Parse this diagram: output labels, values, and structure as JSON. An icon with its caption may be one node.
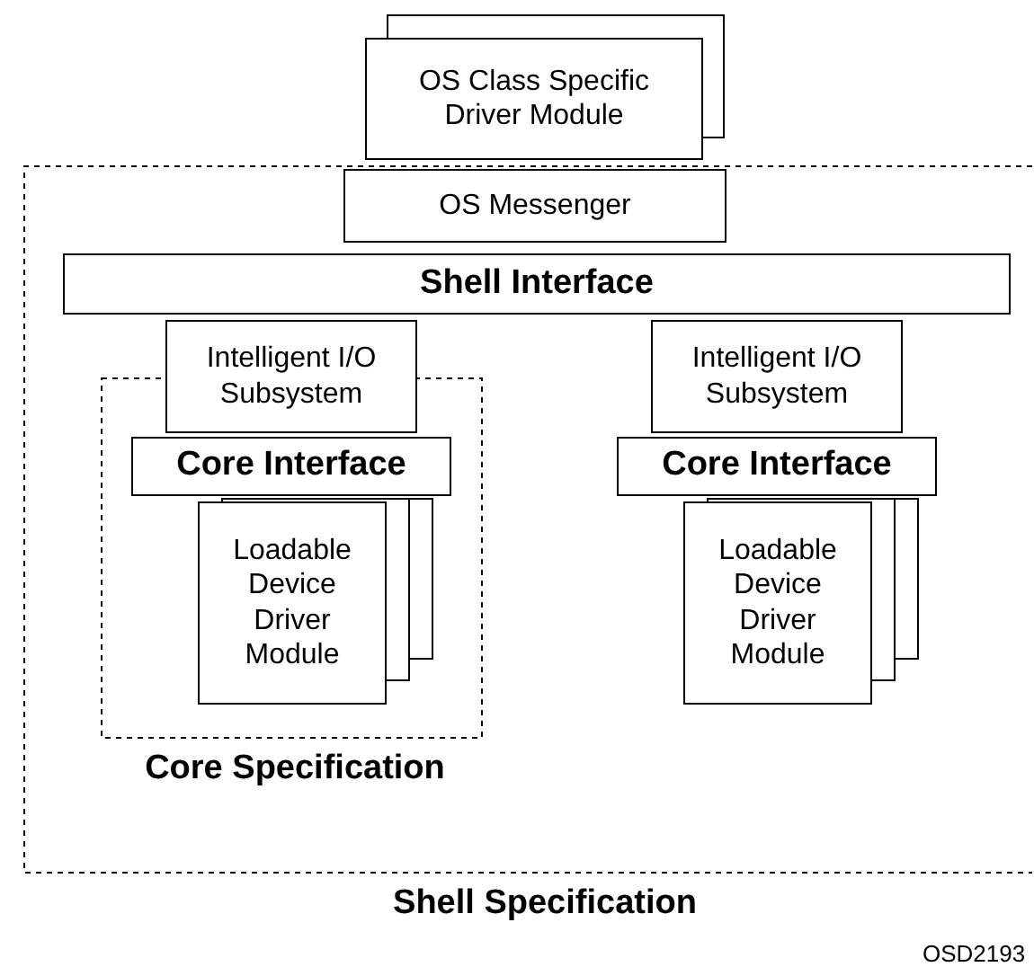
{
  "diagram": {
    "nodes": [
      {
        "text": [
          "Shell Specification"
        ]
      },
      {
        "text": [
          "OS Class Specific Driver Module"
        ]
      },
      {
        "text": [
          "OS Messenger"
        ],
        "in": 0
      },
      {
        "text": [
          "Shell Interface"
        ],
        "in": 0
      },
      {
        "text": [
          "Core Specification"
        ],
        "in": 0
      },
      {
        "text": [
          "Intelligent I/O Subsystem"
        ],
        "in": 0
      },
      {
        "text": [
          "Core Interface"
        ],
        "in": 4
      },
      {
        "text": [
          "Loadable Device Driver Module"
        ],
        "in": 4
      },
      {
        "text": [
          "Intelligent I/O Subsystem"
        ],
        "in": 0
      },
      {
        "text": [
          "Core Interface"
        ],
        "in": 0
      },
      {
        "text": [
          "Loadable Device Driver Module"
        ],
        "in": 0
      }
    ],
    "labels": [
      "OSD2193"
    ]
  }
}
